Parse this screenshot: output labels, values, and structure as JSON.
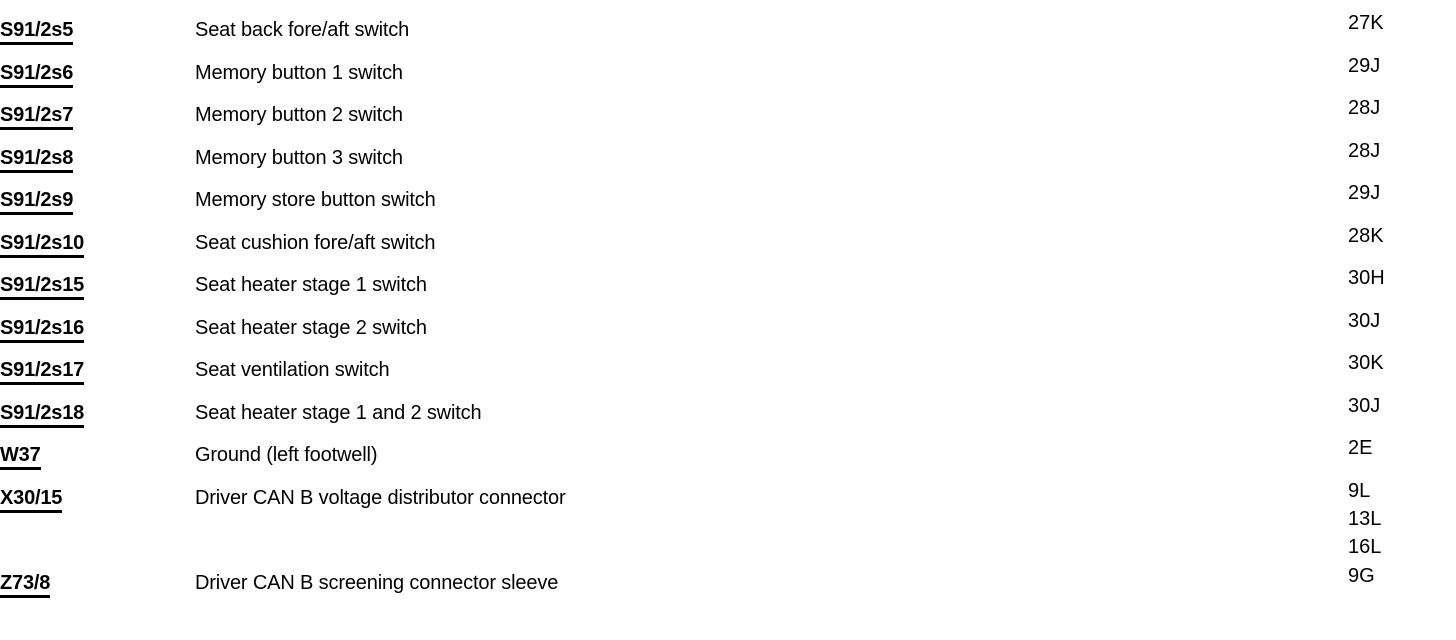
{
  "document": {
    "type": "wiring-diagram-component-legend",
    "background_color": "#ffffff",
    "text_color": "#000000",
    "columns": {
      "id_header": "",
      "description_header": "",
      "location_header": ""
    }
  },
  "rows": [
    {
      "id": "S91/2s5",
      "description": "Seat back fore/aft switch",
      "locations": [
        "27K"
      ]
    },
    {
      "id": "S91/2s6",
      "description": "Memory button 1 switch",
      "locations": [
        "29J"
      ]
    },
    {
      "id": "S91/2s7",
      "description": "Memory button 2 switch",
      "locations": [
        "28J"
      ]
    },
    {
      "id": "S91/2s8",
      "description": "Memory button 3 switch",
      "locations": [
        "28J"
      ]
    },
    {
      "id": "S91/2s9",
      "description": "Memory store button switch",
      "locations": [
        "29J"
      ]
    },
    {
      "id": "S91/2s10",
      "description": "Seat cushion fore/aft switch",
      "locations": [
        "28K"
      ]
    },
    {
      "id": "S91/2s15",
      "description": "Seat heater stage 1 switch",
      "locations": [
        "30H"
      ]
    },
    {
      "id": "S91/2s16",
      "description": "Seat heater stage 2 switch",
      "locations": [
        "30J"
      ]
    },
    {
      "id": "S91/2s17",
      "description": "Seat ventilation switch",
      "locations": [
        "30K"
      ]
    },
    {
      "id": "S91/2s18",
      "description": "Seat heater stage 1 and 2 switch",
      "locations": [
        "30J"
      ]
    },
    {
      "id": "W37",
      "description": "Ground (left footwell)",
      "locations": [
        "2E"
      ]
    },
    {
      "id": "X30/15",
      "description": "Driver CAN B voltage distributor connector",
      "locations": [
        "9L",
        "13L",
        "16L"
      ]
    },
    {
      "id": "Z73/8",
      "description": "Driver CAN B screening connector sleeve",
      "locations": [
        "9G"
      ]
    }
  ]
}
